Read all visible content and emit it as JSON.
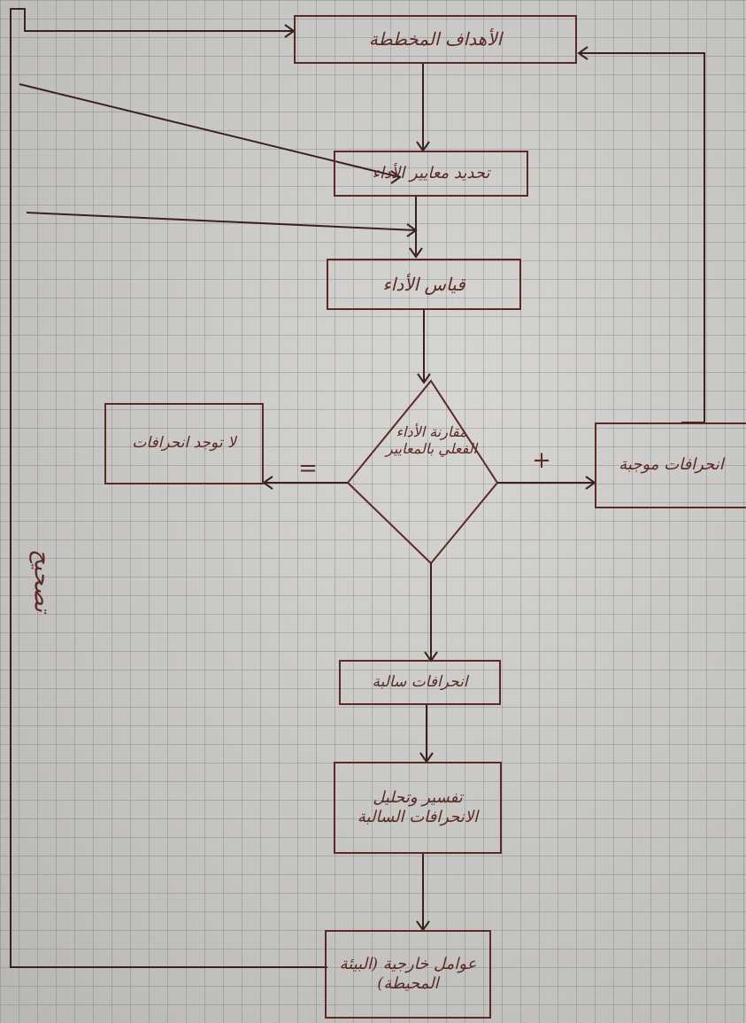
{
  "nodes": {
    "planned_goals": "الأهداف المخططة",
    "set_standards": "تحديد معايير الأداء",
    "measure_performance": "قياس الأداء",
    "compare": "مقارنة الأداء الفعلي بالمعايير",
    "positive_deviations": "انحرافات موجبة",
    "no_deviations": "لا توجد انحرافات",
    "negative_deviations": "انحرافات سالبة",
    "interpret_analyze": "تفسير وتحليل الانحرافات السالبة",
    "external_factors": "عوامل خارجية (البيئة المحيطة)"
  },
  "edge_labels": {
    "plus": "+",
    "equal": "=",
    "correction": "تصحيح"
  },
  "colors": {
    "ink": "#5b2a26",
    "line": "#3a2020",
    "paper": "#c9c7c5",
    "grid": "#6e7378"
  }
}
